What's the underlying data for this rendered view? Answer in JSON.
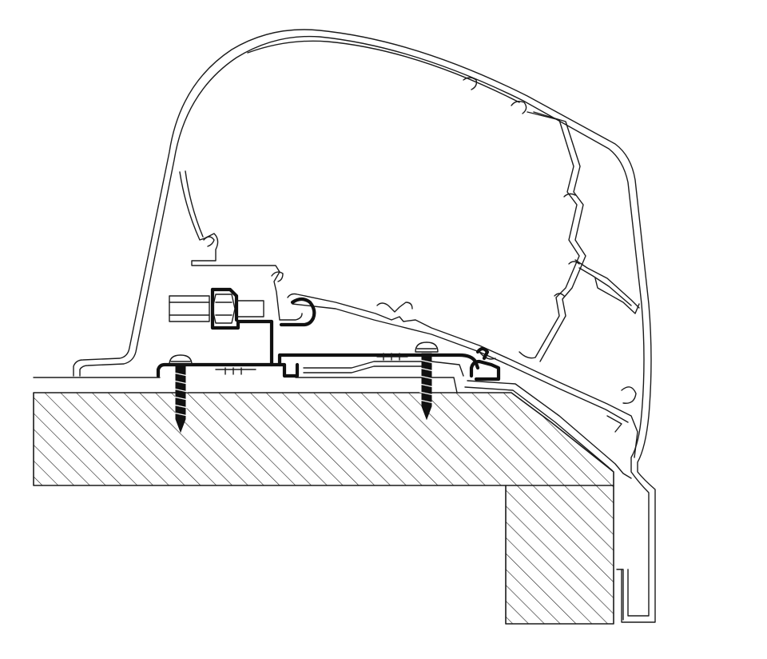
{
  "diagram": {
    "kind": "technical-cross-section",
    "colors": {
      "line": "#1a1a1a",
      "background": "#ffffff",
      "hatch": "#1a1a1a"
    },
    "parts": [
      {
        "id": "awning-cassette-housing",
        "icon": "awning-cassette-icon"
      },
      {
        "id": "fabric-roller-profile",
        "icon": "roller-profile-icon"
      },
      {
        "id": "mounting-adapter-bracket",
        "icon": "adapter-bracket-icon"
      },
      {
        "id": "hex-bolt",
        "icon": "hex-bolt-icon"
      },
      {
        "id": "wood-screw-left",
        "icon": "screw-icon"
      },
      {
        "id": "wood-screw-right",
        "icon": "screw-icon"
      },
      {
        "id": "roof-section",
        "icon": "hatched-section-icon"
      },
      {
        "id": "side-wall-section",
        "icon": "hatched-section-icon"
      },
      {
        "id": "edge-trim-profile",
        "icon": "trim-profile-icon"
      }
    ]
  }
}
